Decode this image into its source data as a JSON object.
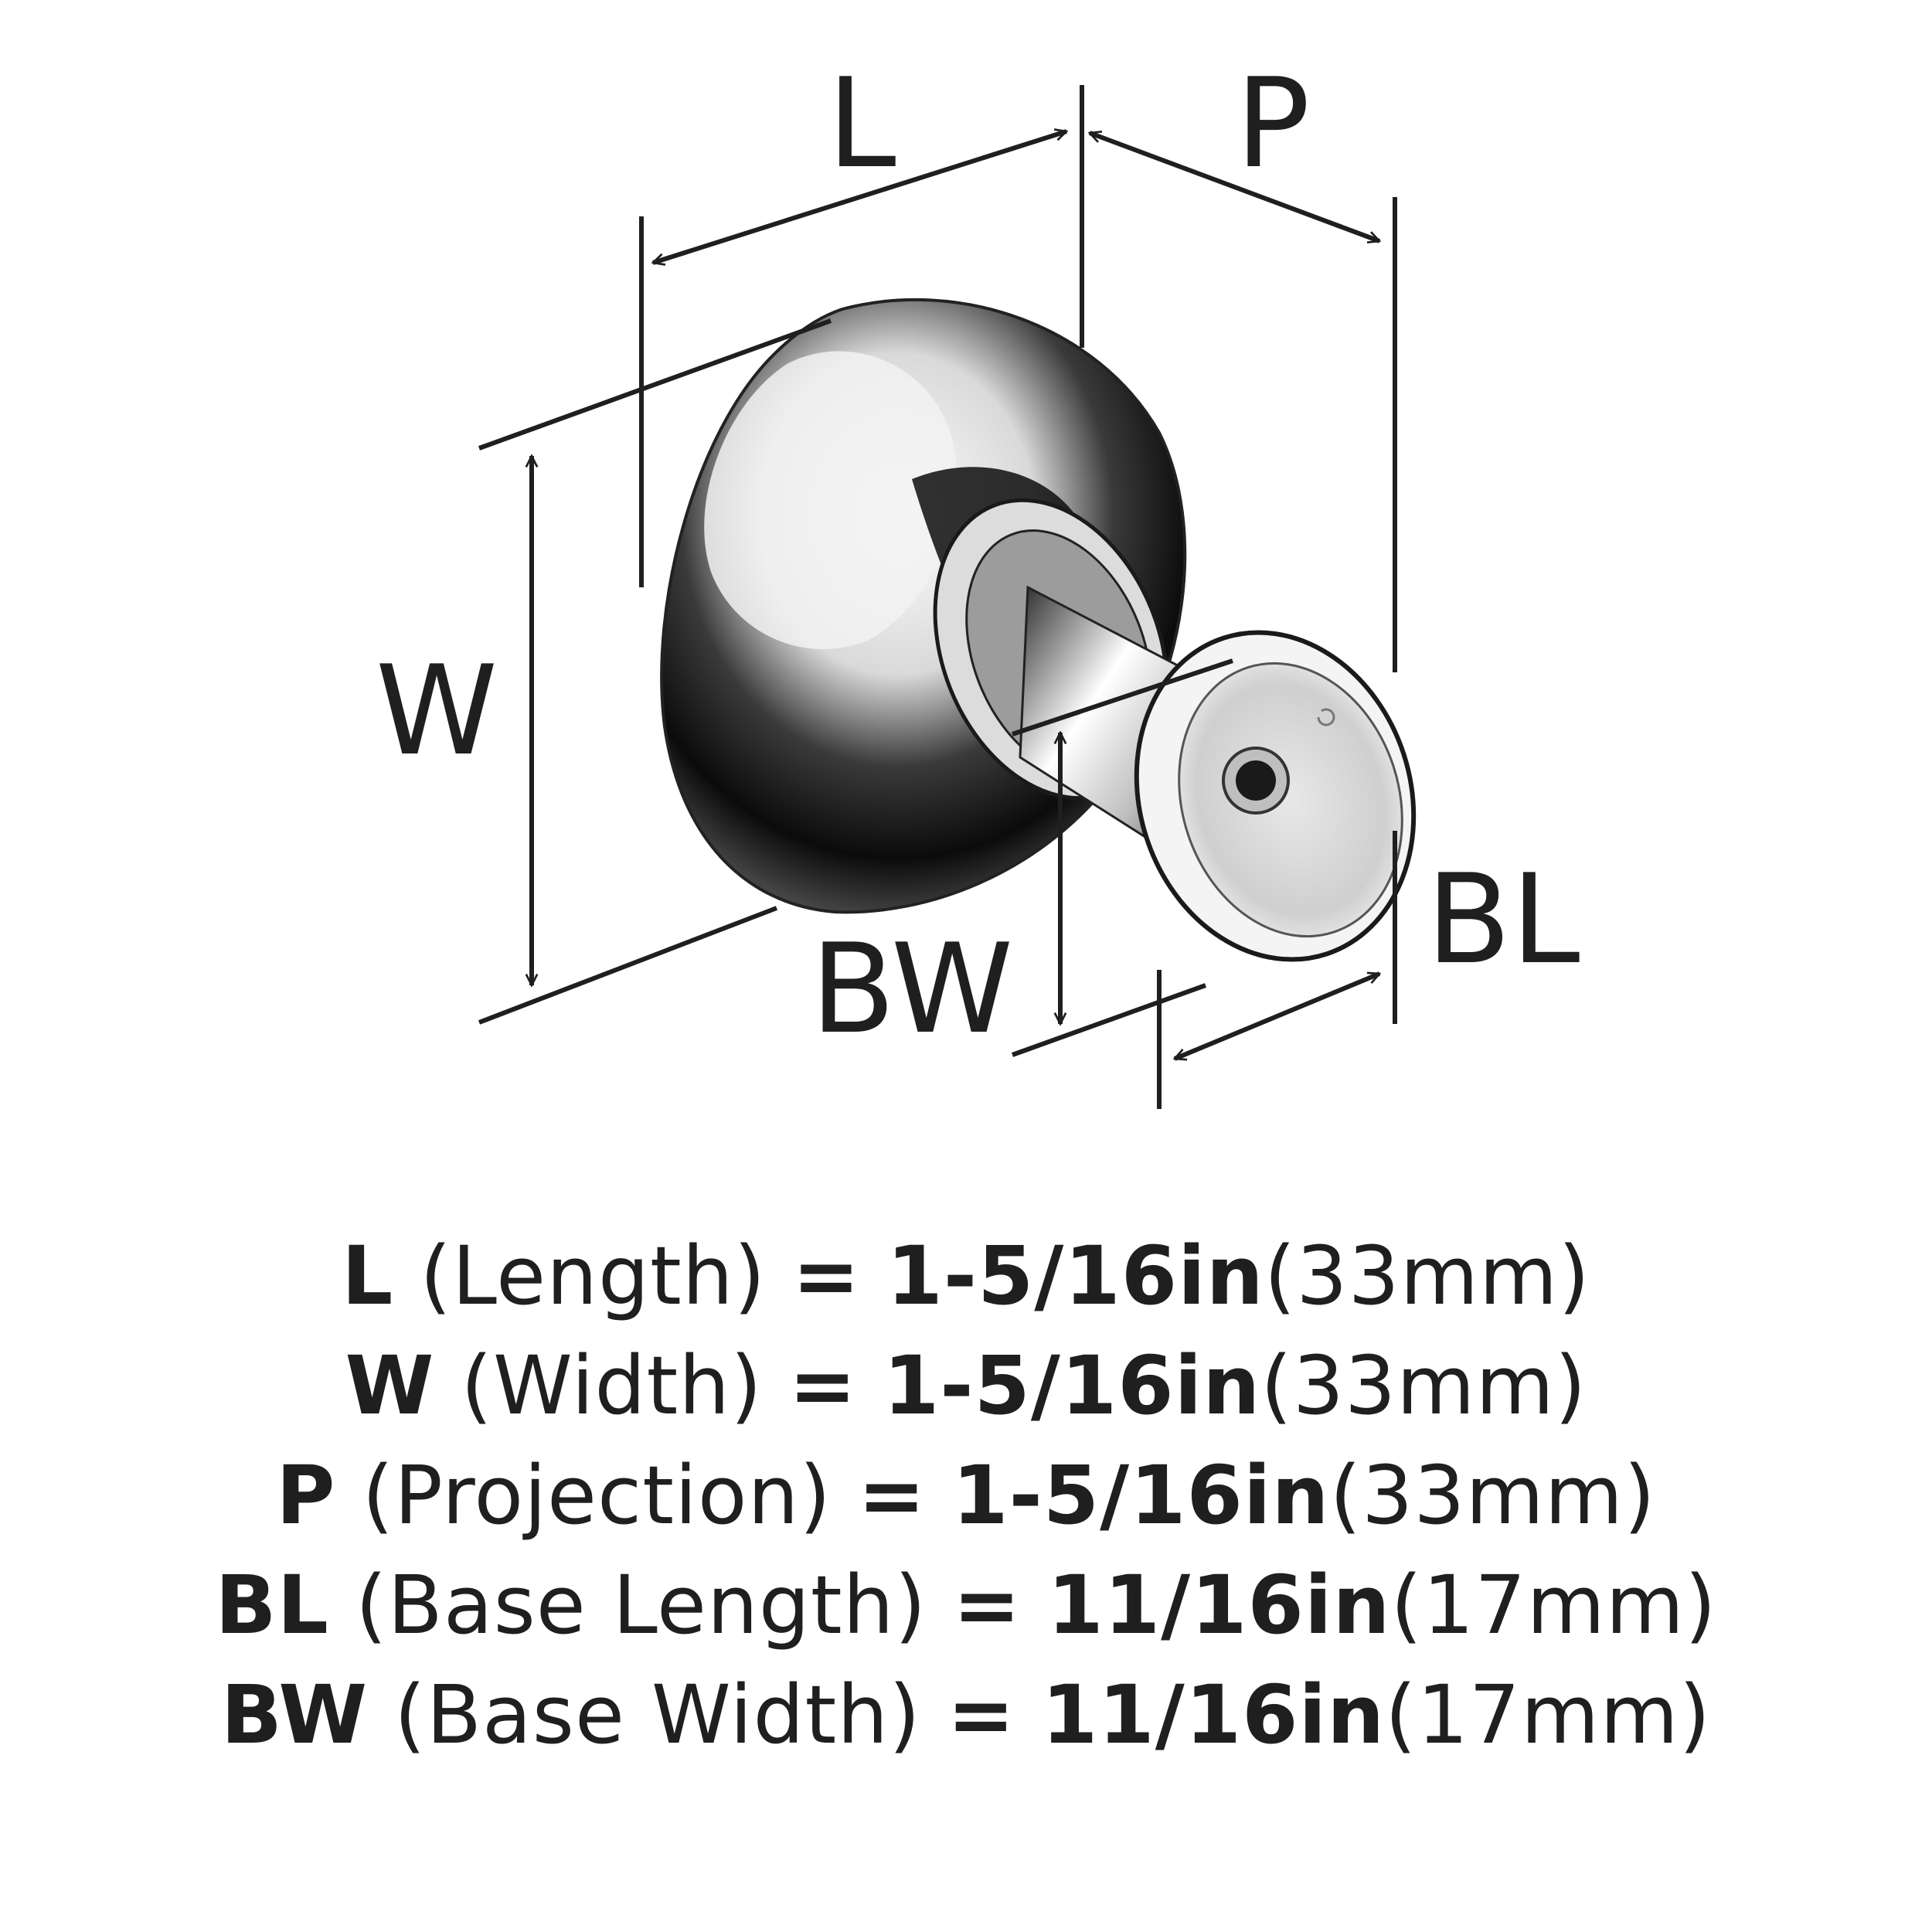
{
  "dimension_labels": {
    "L": "L",
    "P": "P",
    "W": "W",
    "BW": "BW",
    "BL": "BL"
  },
  "specs": [
    {
      "code": "L",
      "name": "(Length)",
      "eq": "=",
      "imperial": "1-5/16in",
      "metric": "(33mm)"
    },
    {
      "code": "W",
      "name": "(Width)",
      "eq": "=",
      "imperial": "1-5/16in",
      "metric": "(33mm)"
    },
    {
      "code": "P",
      "name": "(Projection)",
      "eq": "=",
      "imperial": "1-5/16in",
      "metric": "(33mm)"
    },
    {
      "code": "BL",
      "name": "(Base Length)",
      "eq": "=",
      "imperial": "11/16in",
      "metric": "(17mm)"
    },
    {
      "code": "BW",
      "name": "(Base Width)",
      "eq": "=",
      "imperial": "11/16in",
      "metric": "(17mm)"
    }
  ],
  "colors": {
    "ink": "#1f1f1f",
    "chrome_light": "#f4f4f4",
    "chrome_dark": "#0b0b0b",
    "background": "#ffffff"
  }
}
